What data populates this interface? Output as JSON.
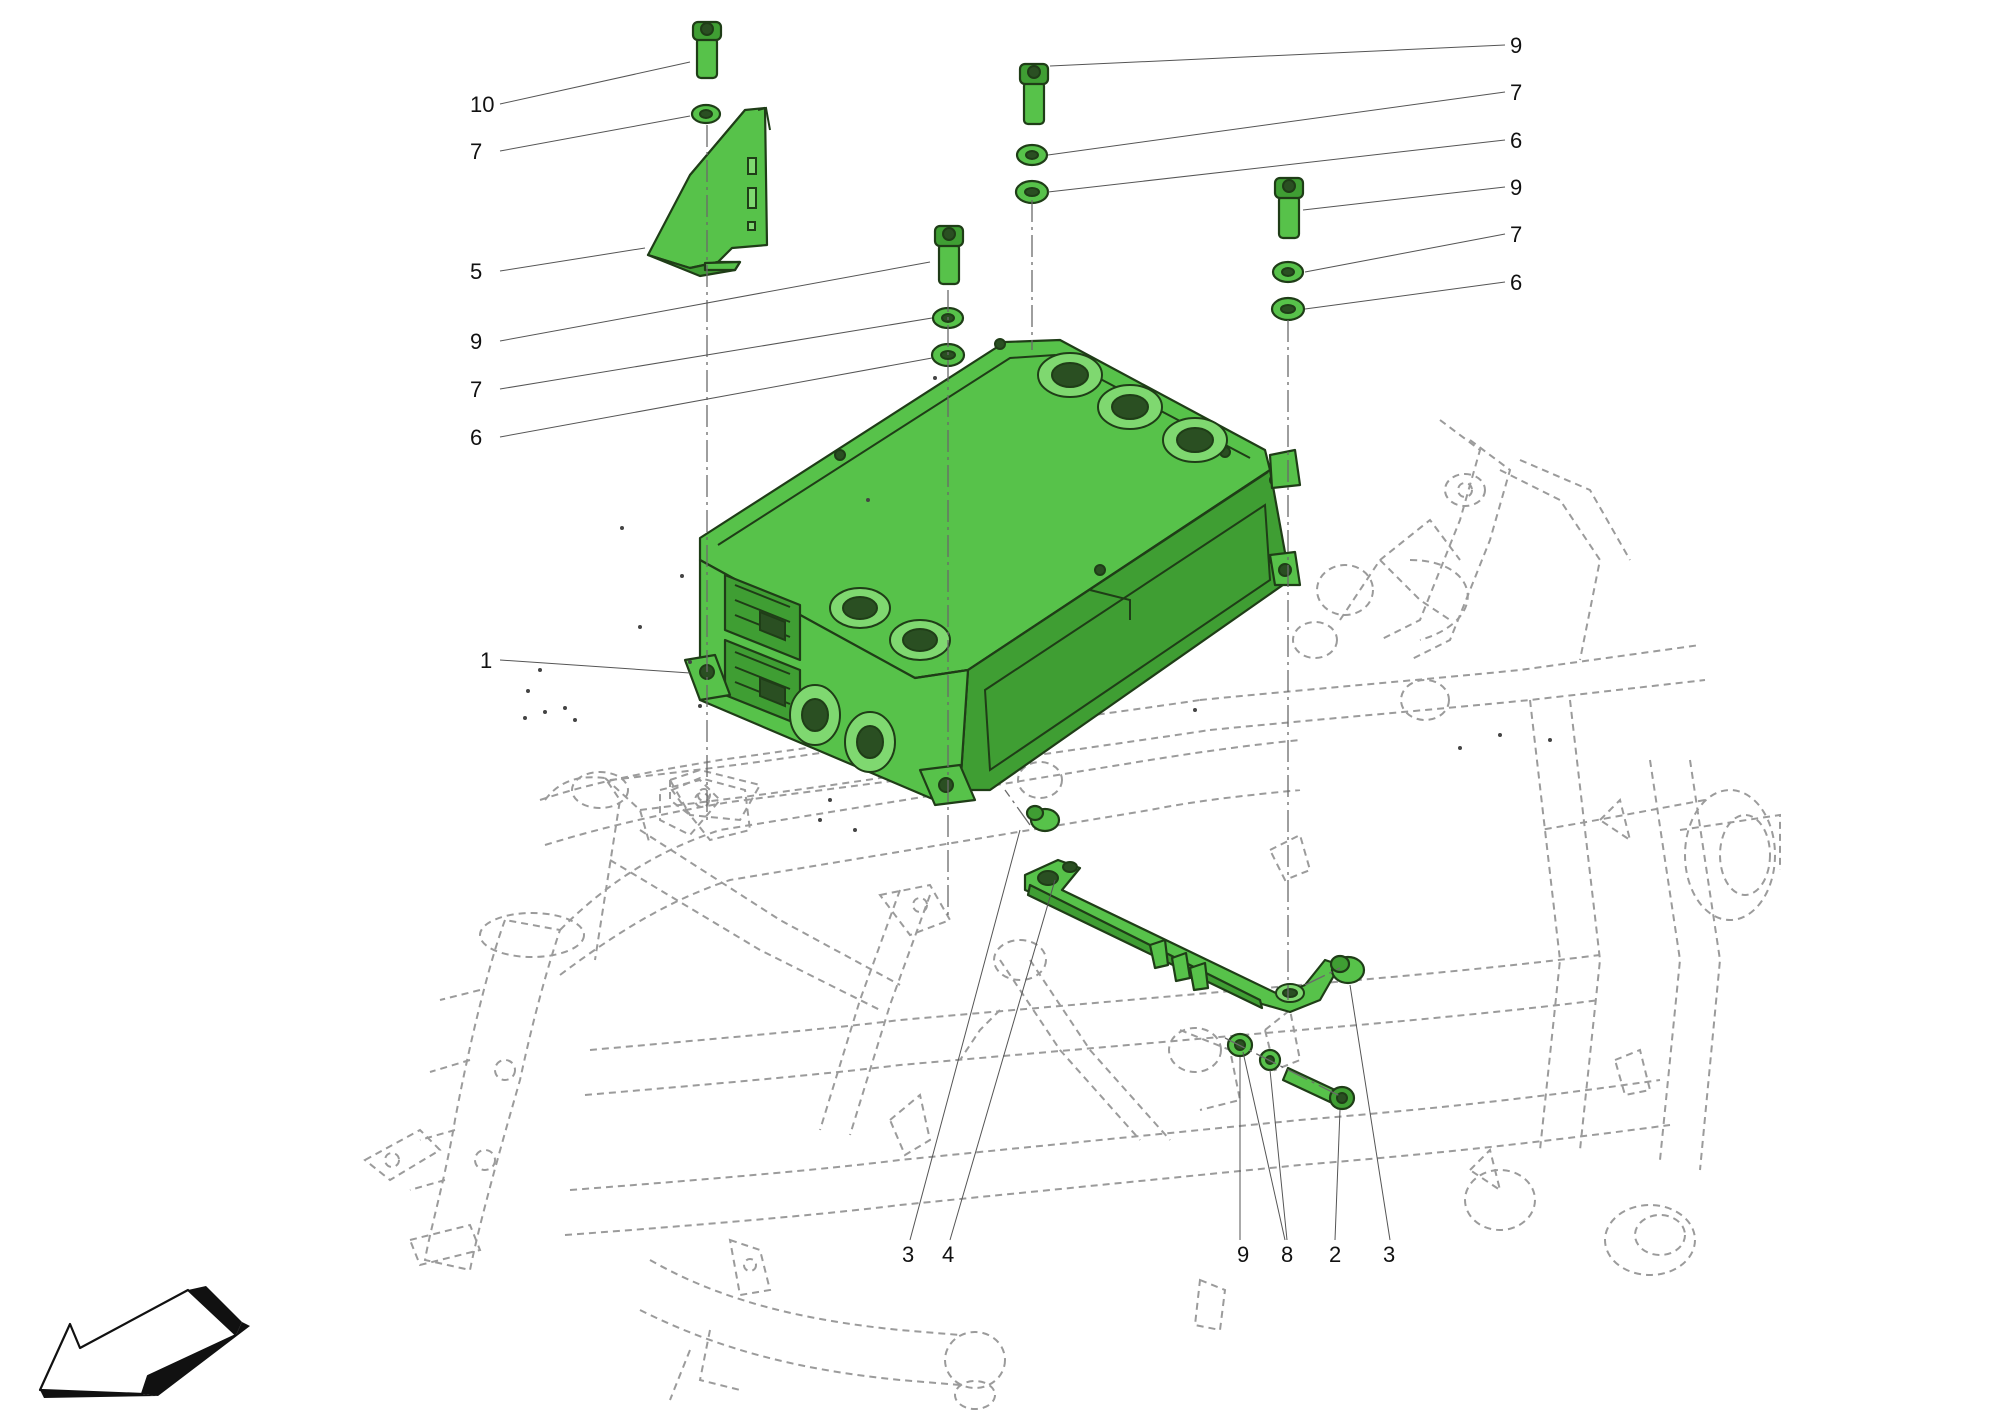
{
  "diagram": {
    "callouts": [
      {
        "id": "c-10",
        "label": "10"
      },
      {
        "id": "c-7a",
        "label": "7"
      },
      {
        "id": "c-5",
        "label": "5"
      },
      {
        "id": "c-9a",
        "label": "9"
      },
      {
        "id": "c-7b",
        "label": "7"
      },
      {
        "id": "c-6a",
        "label": "6"
      },
      {
        "id": "c-1",
        "label": "1"
      },
      {
        "id": "c-9b",
        "label": "9"
      },
      {
        "id": "c-7c",
        "label": "7"
      },
      {
        "id": "c-6b",
        "label": "6"
      },
      {
        "id": "c-9c",
        "label": "9"
      },
      {
        "id": "c-7d",
        "label": "7"
      },
      {
        "id": "c-6c",
        "label": "6"
      },
      {
        "id": "c-3a",
        "label": "3"
      },
      {
        "id": "c-4",
        "label": "4"
      },
      {
        "id": "c-9d",
        "label": "9"
      },
      {
        "id": "c-8",
        "label": "8"
      },
      {
        "id": "c-2",
        "label": "2"
      },
      {
        "id": "c-3b",
        "label": "3"
      }
    ],
    "colors": {
      "highlight": "#57c24a",
      "highlight_dark": "#3f9e33",
      "outline": "#1f3d17",
      "frame": "#9b9b9b"
    },
    "icons": [
      "direction-arrow-icon"
    ]
  }
}
